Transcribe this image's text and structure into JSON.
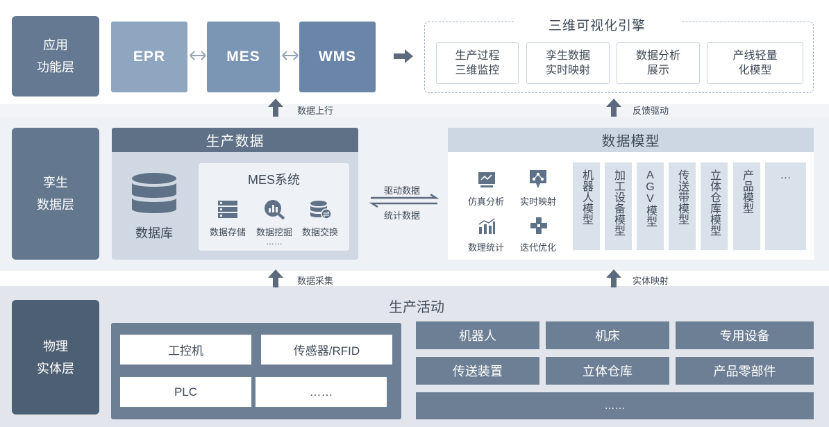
{
  "layers": {
    "application": {
      "label": "应用\n功能层"
    },
    "twin": {
      "label": "孪生\n数据层"
    },
    "physical": {
      "label": "物理\n实体层"
    }
  },
  "application": {
    "systems": [
      "EPR",
      "MES",
      "WMS"
    ],
    "double_arrow": "⟺",
    "visualization": {
      "title": "三维可视化引擎",
      "items": [
        "生产过程\n三维监控",
        "孪生数据\n实时映射",
        "数据分析\n展示",
        "产线轻量\n化模型"
      ]
    }
  },
  "connectors": {
    "upload": "数据上行",
    "feedback": "反馈驱动",
    "collect": "数据采集",
    "mapping": "实体映射",
    "drive_data": "驱动数据",
    "stat_data": "统计数据"
  },
  "production_data": {
    "title": "生产数据",
    "database_label": "数据库",
    "mes": {
      "title": "MES系统",
      "functions": [
        "数据存储",
        "数据挖掘",
        "数据交换"
      ],
      "more": "……"
    }
  },
  "data_model": {
    "title": "数据模型",
    "functions": [
      "仿真分析",
      "实时映射",
      "数理统计",
      "迭代优化"
    ],
    "models": [
      "机器人模型",
      "加工设备模型",
      "AGV模型",
      "传送带模型",
      "立体仓库模型",
      "产品模型",
      "…"
    ]
  },
  "physical": {
    "title": "生产活动",
    "left_items": [
      "工控机",
      "传感器/RFID",
      "PLC",
      "……"
    ],
    "right_items": [
      "机器人",
      "机床",
      "专用设备",
      "传送装置",
      "立体仓库",
      "产品零部件",
      "……"
    ]
  },
  "colors": {
    "layer_app": "#657a92",
    "layer_twin": "#63778e",
    "layer_phys": "#4d5f73",
    "app_light": "#8fa6c0",
    "app_mid": "#7b95b4",
    "app_dark": "#6a85a8",
    "panel_head": "#5f7186",
    "model_head": "#cdd7e3"
  }
}
